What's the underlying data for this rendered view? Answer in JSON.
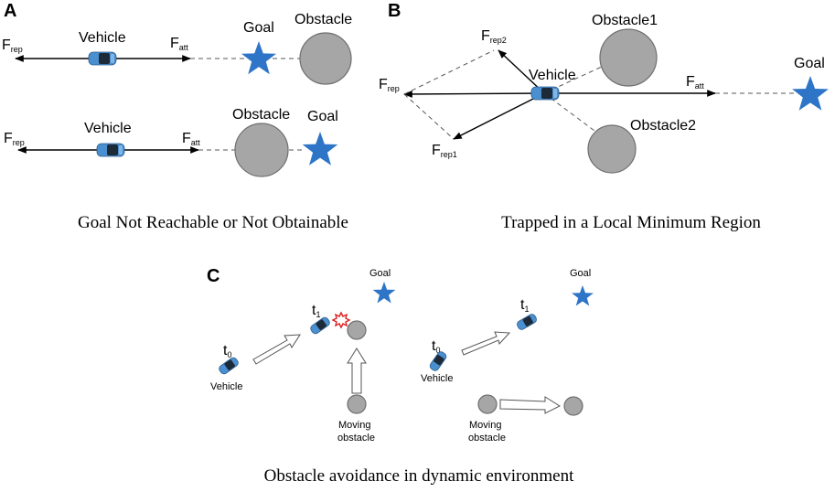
{
  "panels": {
    "a": {
      "letter": "A",
      "top": {
        "vehicle": "Vehicle",
        "goal": "Goal",
        "obstacle": "Obstacle"
      },
      "bottom": {
        "vehicle": "Vehicle",
        "goal": "Goal",
        "obstacle": "Obstacle"
      },
      "force_rep": "F",
      "force_rep_sub": "rep",
      "force_att": "F",
      "force_att_sub": "att",
      "caption": "Goal Not Reachable or Not Obtainable"
    },
    "b": {
      "letter": "B",
      "vehicle": "Vehicle",
      "goal": "Goal",
      "obstacle1": "Obstacle1",
      "obstacle2": "Obstacle2",
      "force_rep": "F",
      "force_rep_sub": "rep",
      "force_rep1": "F",
      "force_rep1_sub": "rep1",
      "force_rep2": "F",
      "force_rep2_sub": "rep2",
      "force_att": "F",
      "force_att_sub": "att",
      "caption": "Trapped in a Local Minimum Region"
    },
    "c": {
      "letter": "C",
      "left": {
        "goal": "Goal",
        "t0": "t",
        "t0_sub": "0",
        "t1": "t",
        "t1_sub": "1",
        "vehicle": "Vehicle",
        "moving_obstacle_1": "Moving",
        "moving_obstacle_2": "obstacle"
      },
      "right": {
        "goal": "Goal",
        "t0": "t",
        "t0_sub": "0",
        "t1": "t",
        "t1_sub": "1",
        "vehicle": "Vehicle",
        "moving_obstacle_1": "Moving",
        "moving_obstacle_2": "obstacle"
      },
      "caption": "Obstacle avoidance in dynamic environment"
    }
  },
  "colors": {
    "goal_star": "#2e75c7",
    "obstacle": "#a6a6a6",
    "vehicle": "#4a8fd0",
    "collision": "#e02020"
  },
  "icons": [
    "star-icon",
    "vehicle-icon",
    "obstacle-circle",
    "hollow-arrow-icon",
    "collision-burst-icon"
  ]
}
